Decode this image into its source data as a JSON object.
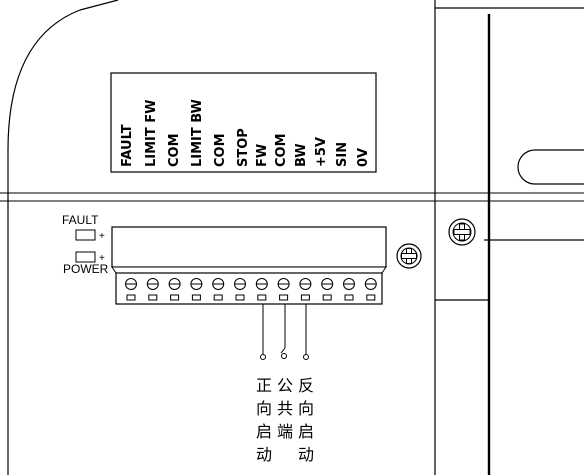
{
  "terminal_labels": [
    "FAULT",
    "LIMIT FW",
    "COM",
    "LIMIT BW",
    "COM",
    "STOP",
    "FW",
    "COM",
    "BW",
    "+5V",
    "SIN",
    "0V"
  ],
  "indicators": {
    "fault_label": "FAULT",
    "power_label": "POWER",
    "plus_sign": "+"
  },
  "wiring_notes": [
    {
      "lines": [
        "正",
        "向",
        "启",
        "动"
      ]
    },
    {
      "lines": [
        "公",
        "共",
        "端",
        ""
      ]
    },
    {
      "lines": [
        "反",
        "向",
        "启",
        "动"
      ]
    }
  ]
}
